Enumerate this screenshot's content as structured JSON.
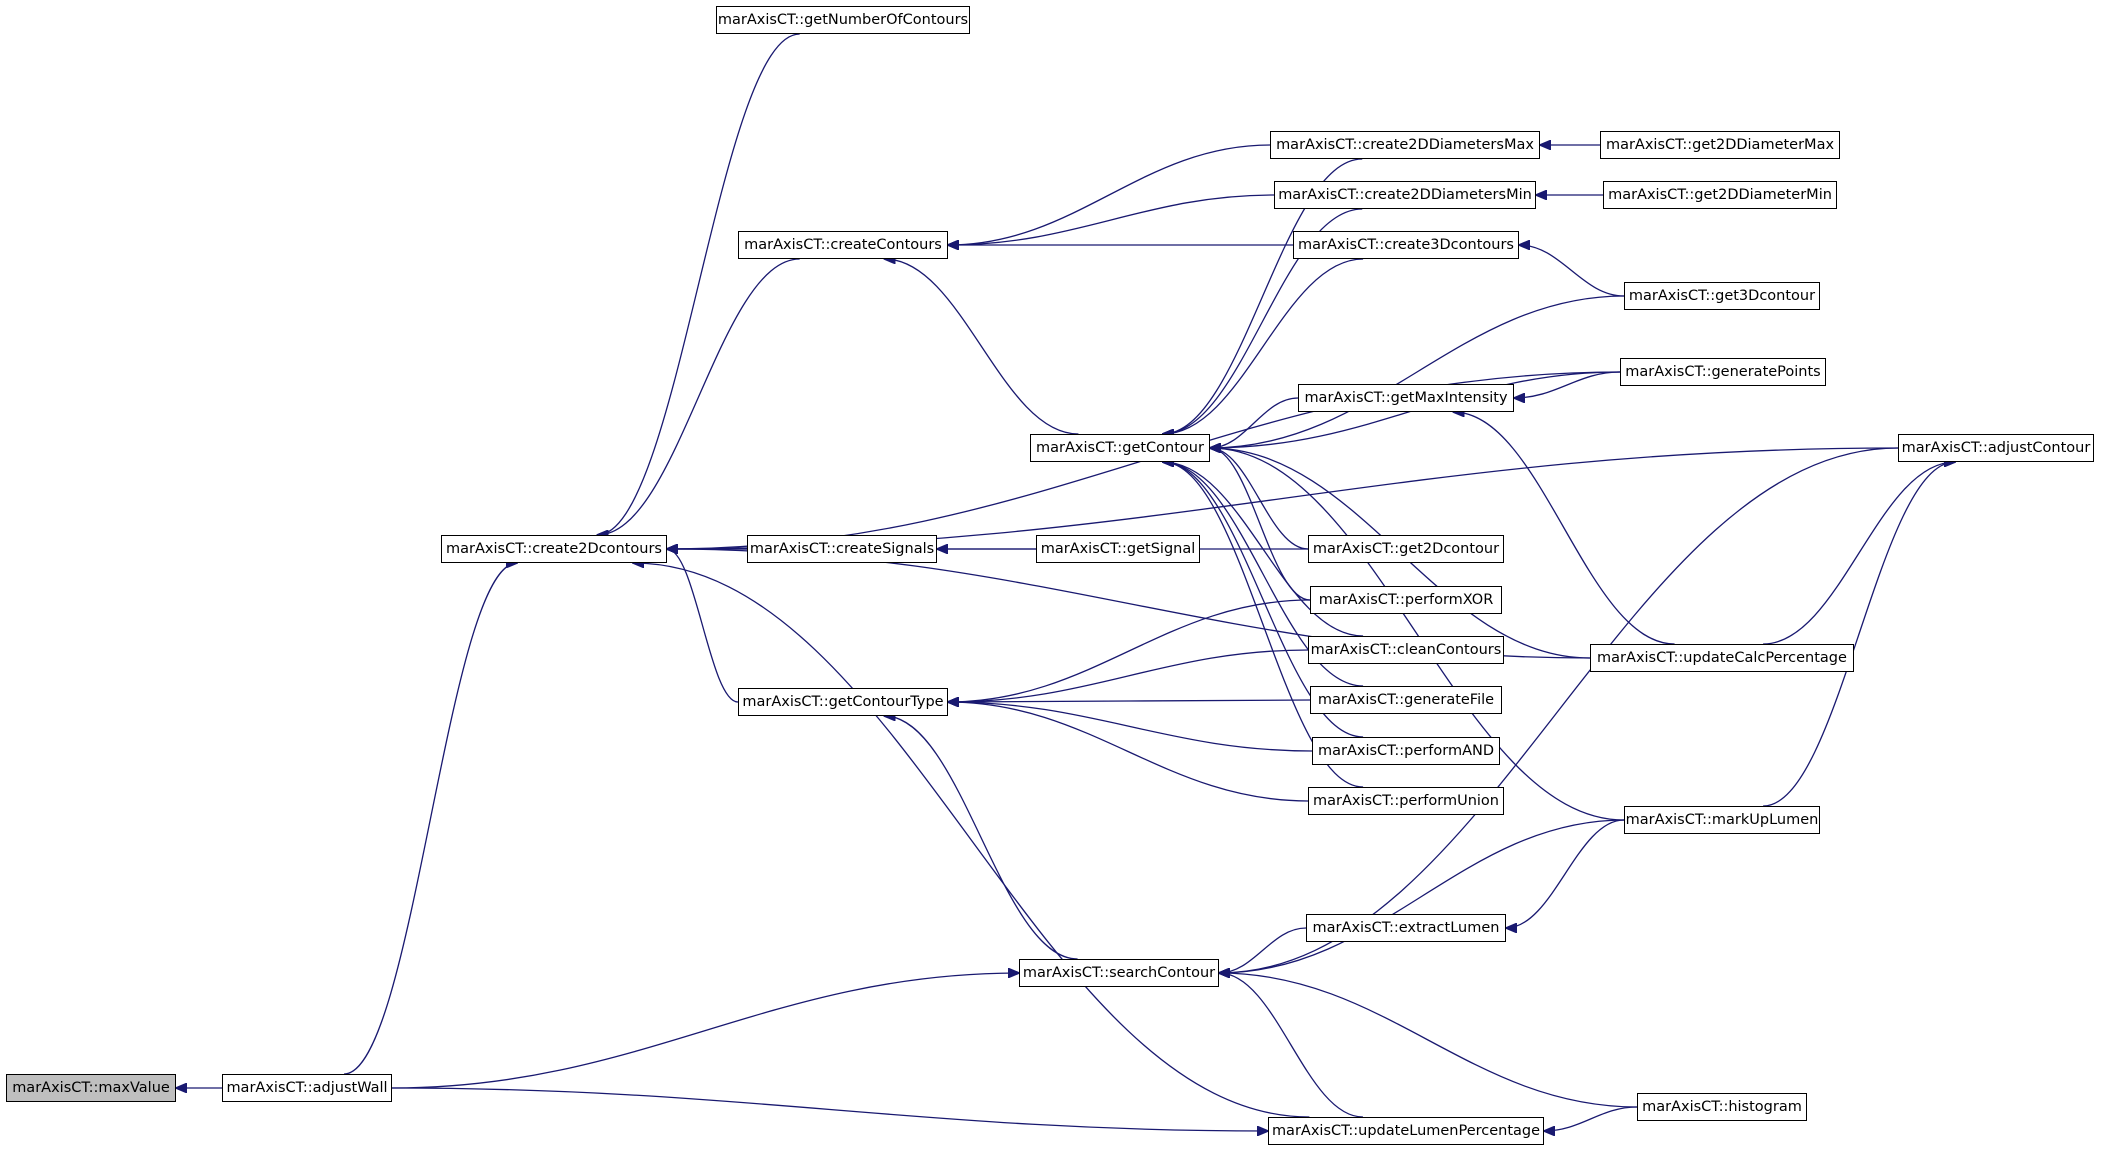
{
  "diagram": {
    "type": "doxygen-caller-graph",
    "colors": {
      "edge": "#191970",
      "node_border": "#000000",
      "node_fill": "#ffffff",
      "root_fill": "#bfbfbf"
    },
    "nodes": [
      {
        "id": "maxValue",
        "label": "marAxisCT::maxValue",
        "root": true
      },
      {
        "id": "adjustWall",
        "label": "marAxisCT::adjustWall"
      },
      {
        "id": "create2Dcontours",
        "label": "marAxisCT::create2Dcontours"
      },
      {
        "id": "getNumberOfContours",
        "label": "marAxisCT::getNumberOfContours"
      },
      {
        "id": "createContours",
        "label": "marAxisCT::createContours"
      },
      {
        "id": "createSignals",
        "label": "marAxisCT::createSignals"
      },
      {
        "id": "getContourType",
        "label": "marAxisCT::getContourType"
      },
      {
        "id": "searchContour",
        "label": "marAxisCT::searchContour"
      },
      {
        "id": "getContour",
        "label": "marAxisCT::getContour"
      },
      {
        "id": "getSignal",
        "label": "marAxisCT::getSignal"
      },
      {
        "id": "create2DDiametersMax",
        "label": "marAxisCT::create2DDiametersMax"
      },
      {
        "id": "create2DDiametersMin",
        "label": "marAxisCT::create2DDiametersMin"
      },
      {
        "id": "create3Dcontours",
        "label": "marAxisCT::create3Dcontours"
      },
      {
        "id": "getMaxIntensity",
        "label": "marAxisCT::getMaxIntensity"
      },
      {
        "id": "get2Dcontour",
        "label": "marAxisCT::get2Dcontour"
      },
      {
        "id": "performXOR",
        "label": "marAxisCT::performXOR"
      },
      {
        "id": "cleanContours",
        "label": "marAxisCT::cleanContours"
      },
      {
        "id": "generateFile",
        "label": "marAxisCT::generateFile"
      },
      {
        "id": "performAND",
        "label": "marAxisCT::performAND"
      },
      {
        "id": "performUnion",
        "label": "marAxisCT::performUnion"
      },
      {
        "id": "extractLumen",
        "label": "marAxisCT::extractLumen"
      },
      {
        "id": "updateLumenPercentage",
        "label": "marAxisCT::updateLumenPercentage"
      },
      {
        "id": "get2DDiameterMax",
        "label": "marAxisCT::get2DDiameterMax"
      },
      {
        "id": "get2DDiameterMin",
        "label": "marAxisCT::get2DDiameterMin"
      },
      {
        "id": "get3Dcontour",
        "label": "marAxisCT::get3Dcontour"
      },
      {
        "id": "generatePoints",
        "label": "marAxisCT::generatePoints"
      },
      {
        "id": "updateCalcPercentage",
        "label": "marAxisCT::updateCalcPercentage"
      },
      {
        "id": "markUpLumen",
        "label": "marAxisCT::markUpLumen"
      },
      {
        "id": "histogram",
        "label": "marAxisCT::histogram"
      },
      {
        "id": "adjustContour",
        "label": "marAxisCT::adjustContour"
      }
    ],
    "edges": [
      {
        "from": "adjustWall",
        "to": "maxValue"
      },
      {
        "from": "adjustWall",
        "to": "create2Dcontours"
      },
      {
        "from": "adjustWall",
        "to": "searchContour"
      },
      {
        "from": "adjustWall",
        "to": "updateLumenPercentage"
      },
      {
        "from": "getNumberOfContours",
        "to": "create2Dcontours"
      },
      {
        "from": "createContours",
        "to": "create2Dcontours"
      },
      {
        "from": "createSignals",
        "to": "create2Dcontours"
      },
      {
        "from": "getContourType",
        "to": "create2Dcontours"
      },
      {
        "from": "updateLumenPercentage",
        "to": "create2Dcontours"
      },
      {
        "from": "updateCalcPercentage",
        "to": "create2Dcontours"
      },
      {
        "from": "adjustContour",
        "to": "create2Dcontours"
      },
      {
        "from": "generatePoints",
        "to": "create2Dcontours"
      },
      {
        "from": "get2Dcontour",
        "to": "create2Dcontours"
      },
      {
        "from": "getSignal",
        "to": "createSignals"
      },
      {
        "from": "create2DDiametersMax",
        "to": "createContours"
      },
      {
        "from": "create2DDiametersMin",
        "to": "createContours"
      },
      {
        "from": "create3Dcontours",
        "to": "createContours"
      },
      {
        "from": "getContour",
        "to": "createContours"
      },
      {
        "from": "get2DDiameterMax",
        "to": "create2DDiametersMax"
      },
      {
        "from": "get2DDiameterMin",
        "to": "create2DDiametersMin"
      },
      {
        "from": "get3Dcontour",
        "to": "create3Dcontours"
      },
      {
        "from": "create2DDiametersMax",
        "to": "getContour"
      },
      {
        "from": "create2DDiametersMin",
        "to": "getContour"
      },
      {
        "from": "create3Dcontours",
        "to": "getContour"
      },
      {
        "from": "get3Dcontour",
        "to": "getContour"
      },
      {
        "from": "generatePoints",
        "to": "getContour"
      },
      {
        "from": "getMaxIntensity",
        "to": "getContour"
      },
      {
        "from": "get2Dcontour",
        "to": "getContour"
      },
      {
        "from": "performXOR",
        "to": "getContour"
      },
      {
        "from": "cleanContours",
        "to": "getContour"
      },
      {
        "from": "generateFile",
        "to": "getContour"
      },
      {
        "from": "performAND",
        "to": "getContour"
      },
      {
        "from": "performUnion",
        "to": "getContour"
      },
      {
        "from": "updateCalcPercentage",
        "to": "getContour"
      },
      {
        "from": "markUpLumen",
        "to": "getContour"
      },
      {
        "from": "generatePoints",
        "to": "getMaxIntensity"
      },
      {
        "from": "updateCalcPercentage",
        "to": "getMaxIntensity"
      },
      {
        "from": "performXOR",
        "to": "getContourType"
      },
      {
        "from": "cleanContours",
        "to": "getContourType"
      },
      {
        "from": "generateFile",
        "to": "getContourType"
      },
      {
        "from": "performAND",
        "to": "getContourType"
      },
      {
        "from": "performUnion",
        "to": "getContourType"
      },
      {
        "from": "searchContour",
        "to": "getContourType"
      },
      {
        "from": "extractLumen",
        "to": "searchContour"
      },
      {
        "from": "markUpLumen",
        "to": "searchContour"
      },
      {
        "from": "adjustContour",
        "to": "searchContour"
      },
      {
        "from": "histogram",
        "to": "searchContour"
      },
      {
        "from": "updateLumenPercentage",
        "to": "searchContour"
      },
      {
        "from": "markUpLumen",
        "to": "extractLumen"
      },
      {
        "from": "markUpLumen",
        "to": "adjustContour"
      },
      {
        "from": "updateCalcPercentage",
        "to": "adjustContour"
      },
      {
        "from": "histogram",
        "to": "updateLumenPercentage"
      }
    ]
  }
}
